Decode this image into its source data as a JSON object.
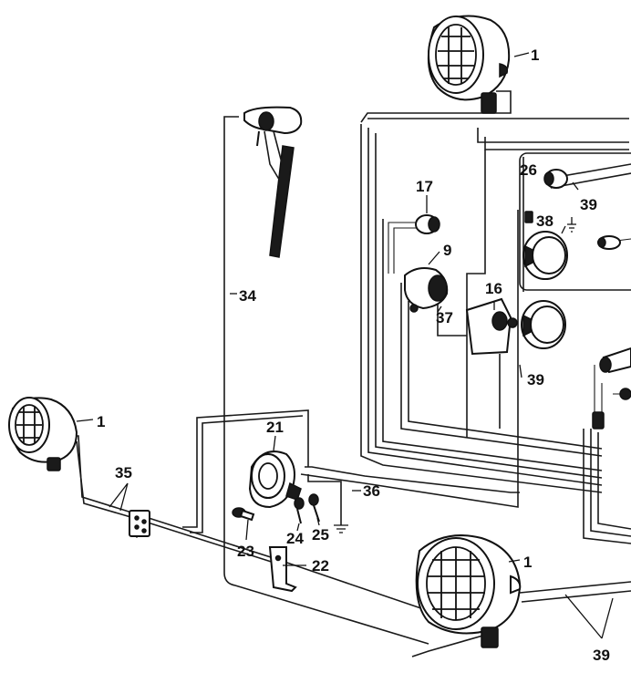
{
  "callouts": {
    "c1_top": "1",
    "c1_left": "1",
    "c1_bottom": "1",
    "c9": "9",
    "c16": "16",
    "c17": "17",
    "c21": "21",
    "c22": "22",
    "c23": "23",
    "c24": "24",
    "c25": "25",
    "c26": "26",
    "c34": "34",
    "c35": "35",
    "c36": "36",
    "c37": "37",
    "c38": "38",
    "c39_top": "39",
    "c39_mid": "39",
    "c39_bottom": "39"
  },
  "colors": {
    "ink": "#111111",
    "paper": "#ffffff"
  }
}
